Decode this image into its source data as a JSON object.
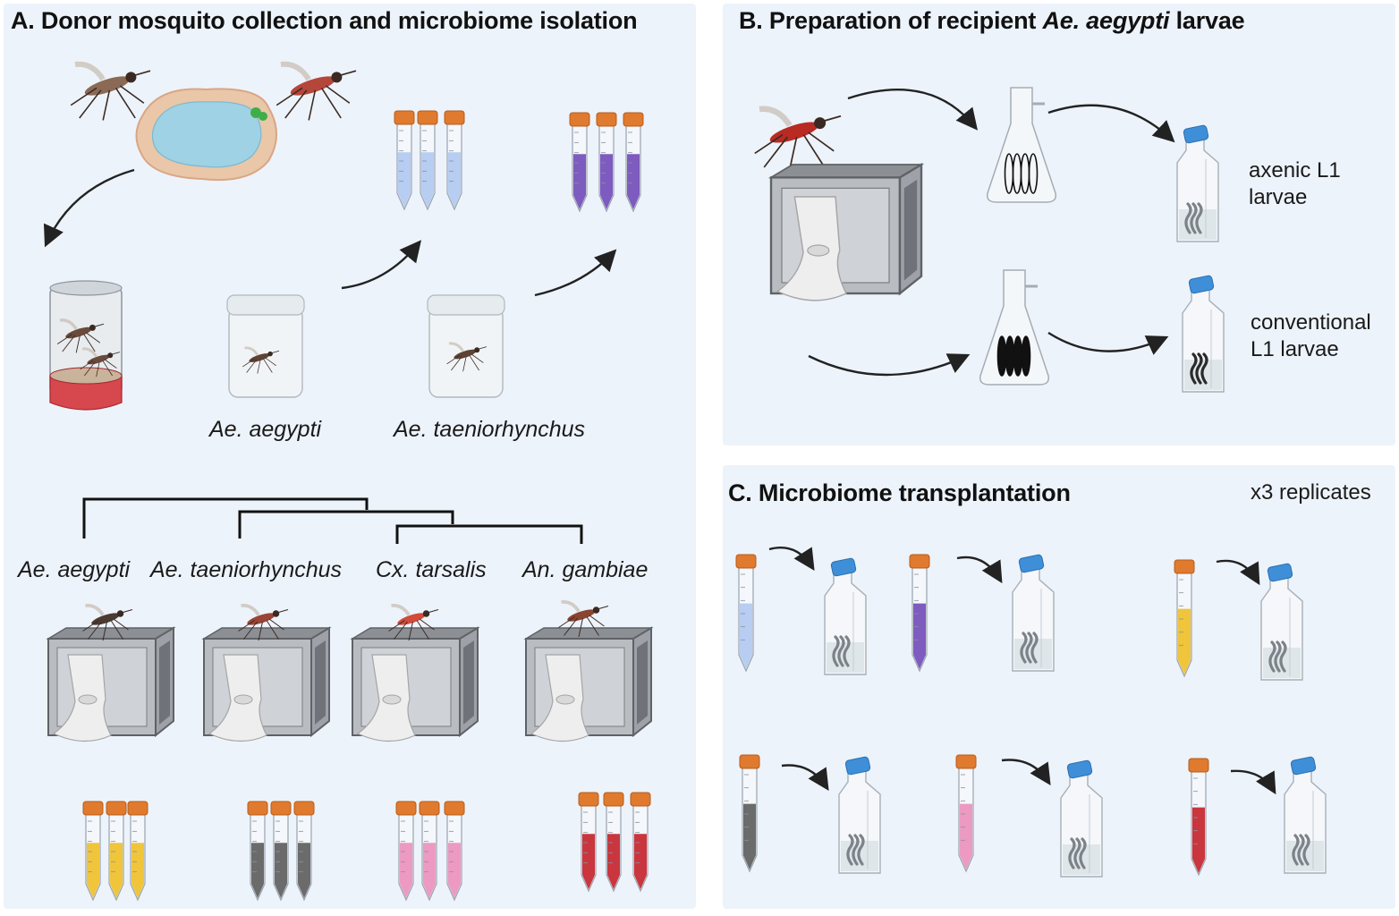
{
  "panels": {
    "a": {
      "title": "A. Donor mosquito collection and microbiome isolation",
      "collected_species": [
        "Ae. aegypti",
        "Ae. taeniorhynchus"
      ],
      "tree_species": [
        "Ae. aegypti",
        "Ae. taeniorhynchus",
        "Cx. tarsalis",
        "An. gambiae"
      ]
    },
    "b": {
      "title_prefix": "B. Preparation of recipient ",
      "title_species": "Ae. aegypti",
      "title_suffix": " larvae",
      "axenic_line1": "axenic L1",
      "axenic_line2": "larvae",
      "conventional_line1": "conventional",
      "conventional_line2": "L1 larvae"
    },
    "c": {
      "title": "C. Microbiome transplantation",
      "replicates": "x3 replicates"
    }
  },
  "colors": {
    "panel_bg": "#edf3fb",
    "tube_cap": "#e07a2e",
    "flask_cap": "#3e8fd8",
    "field_blue": "#b7cdf2",
    "field_purple": "#7e5bbf",
    "cx_yellow": "#f0c53c",
    "grey": "#6b6b6b",
    "pink": "#ec9ac2",
    "red": "#c9363e"
  }
}
